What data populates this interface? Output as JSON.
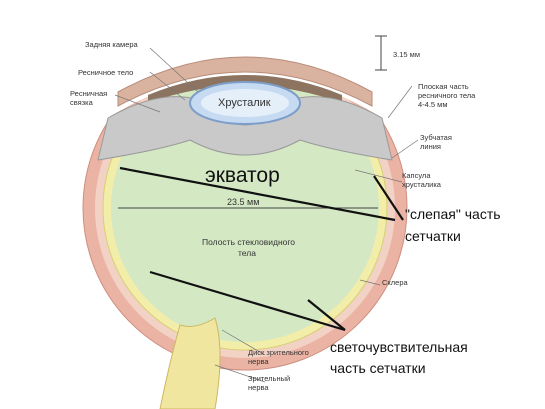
{
  "labels": {
    "back_chamber": "Задняя камера",
    "ciliary_body": "Ресничное тело",
    "ciliary_lig_1": "Ресничная",
    "ciliary_lig_2": "связка",
    "measure_top": "3.15 мм",
    "flat_part_1": "Плоская часть",
    "flat_part_2": "ресничного тела",
    "flat_part_3": "4-4.5 мм",
    "lens": "Хрусталик",
    "dentate_1": "Зубчатая",
    "dentate_2": "линия",
    "capsule_1": "Капсула",
    "capsule_2": "хрусталика",
    "diameter": "23.5 мм",
    "vitreous_1": "Полость стекловидного",
    "vitreous_2": "тела",
    "sclera": "Склера",
    "disc_1": "Диск зрительного",
    "disc_2": "нерва",
    "nerve_1": "Зрительный",
    "nerve_2": "нерва"
  },
  "annotations": {
    "equator": "экватор",
    "blind_retina_1": "\"слепая\" часть",
    "blind_retina_2": "сетчатки",
    "sensitive_retina_1": "светочувствительная",
    "sensitive_retina_2": "часть сетчатки"
  },
  "colors": {
    "vitreous": "#d4e8c4",
    "retina": "#f2eeaa",
    "sclera": "#ebb3a4",
    "lens": "#c6dbf1",
    "ciliary": "#c9c9c9"
  }
}
